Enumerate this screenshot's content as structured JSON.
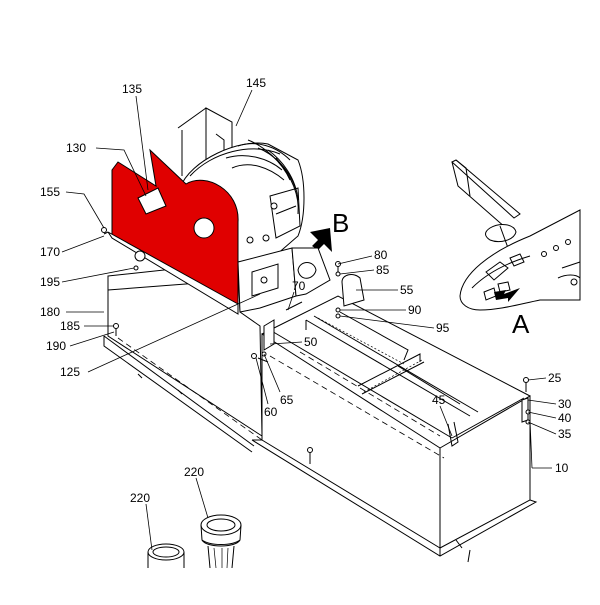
{
  "diagram": {
    "highlight_color": "#e00000",
    "view_labels": [
      "A",
      "B"
    ],
    "callouts": [
      "10",
      "25",
      "30",
      "35",
      "40",
      "45",
      "50",
      "55",
      "60",
      "65",
      "70",
      "80",
      "85",
      "90",
      "95",
      "125",
      "130",
      "135",
      "145",
      "155",
      "170",
      "180",
      "185",
      "190",
      "195",
      "220"
    ]
  }
}
